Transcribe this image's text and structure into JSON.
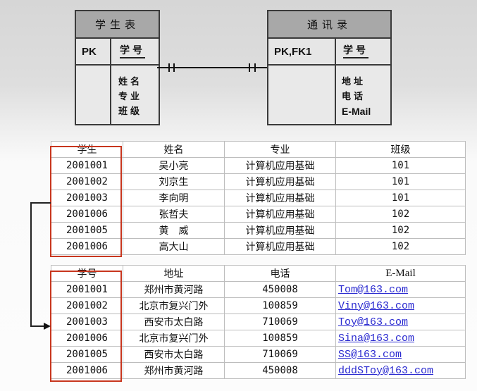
{
  "er_diagram": {
    "student_entity": {
      "title": "学生表",
      "key_label": "PK",
      "key_field": "学号",
      "attributes": [
        "姓名",
        "专业",
        "班级"
      ]
    },
    "contact_entity": {
      "title": "通讯录",
      "key_label": "PK,FK1",
      "key_field": "学号",
      "attributes": [
        "地址",
        "电话",
        "E-Mail"
      ]
    },
    "relationship": "one-to-one"
  },
  "student_table": {
    "headers": [
      "学生",
      "姓名",
      "专业",
      "班级"
    ],
    "rows": [
      [
        "2001001",
        "吴小亮",
        "计算机应用基础",
        "101"
      ],
      [
        "2001002",
        "刘京生",
        "计算机应用基础",
        "101"
      ],
      [
        "2001003",
        "李向明",
        "计算机应用基础",
        "101"
      ],
      [
        "2001006",
        "张哲夫",
        "计算机应用基础",
        "102"
      ],
      [
        "2001005",
        "黄　威",
        "计算机应用基础",
        "102"
      ],
      [
        "2001006",
        "高大山",
        "计算机应用基础",
        "102"
      ]
    ]
  },
  "contact_table": {
    "headers": [
      "学号",
      "地址",
      "电话",
      "E-Mail"
    ],
    "rows": [
      [
        "2001001",
        "郑州市黄河路",
        "450008",
        "Tom@163.com"
      ],
      [
        "2001002",
        "北京市复兴门外",
        "100859",
        "Viny@163.com"
      ],
      [
        "2001003",
        "西安市太白路",
        "710069",
        "Toy@163.com"
      ],
      [
        "2001006",
        "北京市复兴门外",
        "100859",
        "Sina@163.com"
      ],
      [
        "2001005",
        "西安市太白路",
        "710069",
        "SS@163.com"
      ],
      [
        "2001006",
        "郑州市黄河路",
        "450008",
        "dddSToy@163.com"
      ]
    ]
  },
  "colors": {
    "highlight_box": "#c8361e",
    "link": "#2a2ad0",
    "entity_header": "#a8a8a8"
  }
}
